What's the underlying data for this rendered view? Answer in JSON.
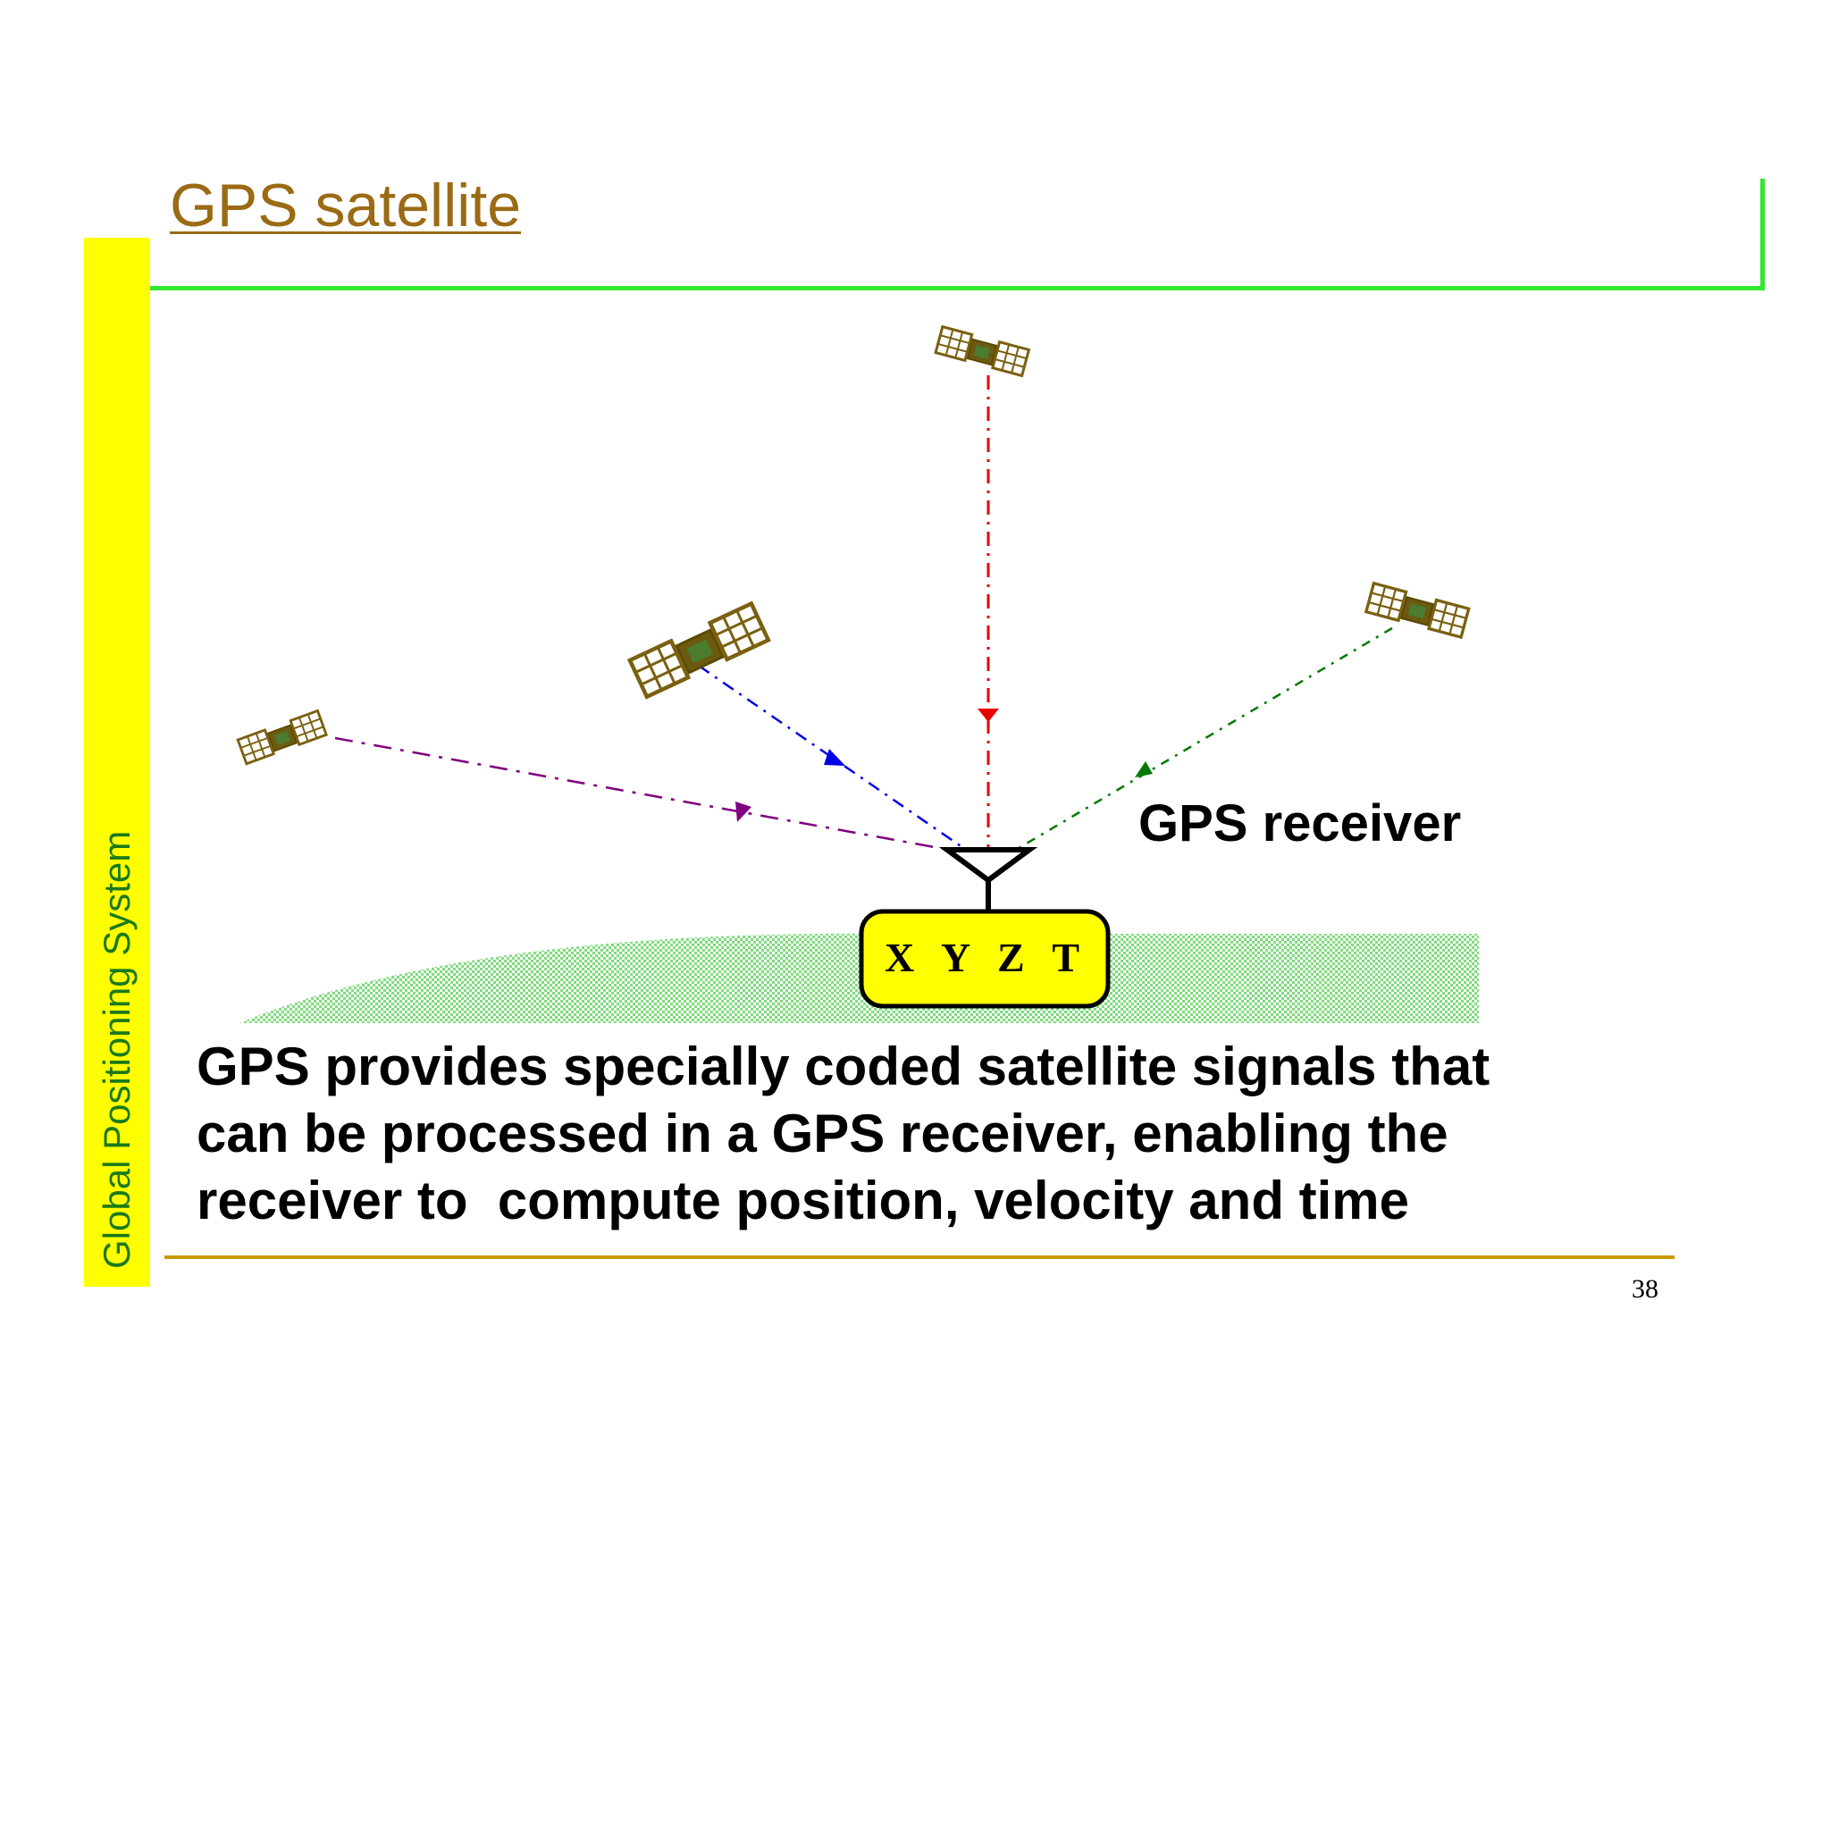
{
  "slide": {
    "title": "GPS satellite",
    "side_label": "Global Positioning System",
    "page_number": "38"
  },
  "diagram": {
    "receiver_label": "GPS receiver",
    "receiver_readout": "X Y Z T",
    "satellites": [
      "satellite-left",
      "satellite-center-left",
      "satellite-top",
      "satellite-right"
    ],
    "signal_colors": {
      "left": "#800080",
      "center_left": "#0000e6",
      "top": "#e60000",
      "right": "#007a00"
    },
    "colors": {
      "sidebar": "#ffff00",
      "title": "#9a6b14",
      "rule_green": "#33e633",
      "rule_gold": "#cc9900",
      "ground": "#7fdc7f",
      "receiver_box": "#ffff00"
    }
  },
  "body": {
    "lines": [
      "GPS provides specially coded satellite signals that",
      "can be processed in a GPS receiver, enabling the",
      "receiver to  compute position, velocity and time"
    ]
  }
}
